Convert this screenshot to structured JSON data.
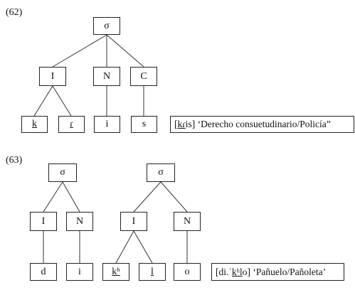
{
  "examples": [
    {
      "number": "(62)",
      "syllable": "σ",
      "constituents": [
        "I",
        "N",
        "C"
      ],
      "segments": [
        "k",
        "ɾ",
        "i",
        "s"
      ],
      "gloss": {
        "bracket_open": "[",
        "form_underlined": "kɾ",
        "form_rest": "is",
        "bracket_close": "]",
        "translation": "‘Derecho consuetudinario/Policía”"
      }
    },
    {
      "number": "(63)",
      "syllables": [
        {
          "label": "σ",
          "constituents": [
            "I",
            "N"
          ],
          "segments": [
            "d",
            "i"
          ]
        },
        {
          "label": "σ",
          "constituents": [
            "I",
            "N"
          ],
          "segments": [
            "kʰ",
            "l",
            "o"
          ]
        }
      ],
      "gloss": {
        "bracket_open": "[di.ˈ",
        "form_underlined": "kʰl",
        "form_rest": "o",
        "bracket_close": "]",
        "translation": "‘Pañuelo/Pañoleta’"
      }
    }
  ]
}
